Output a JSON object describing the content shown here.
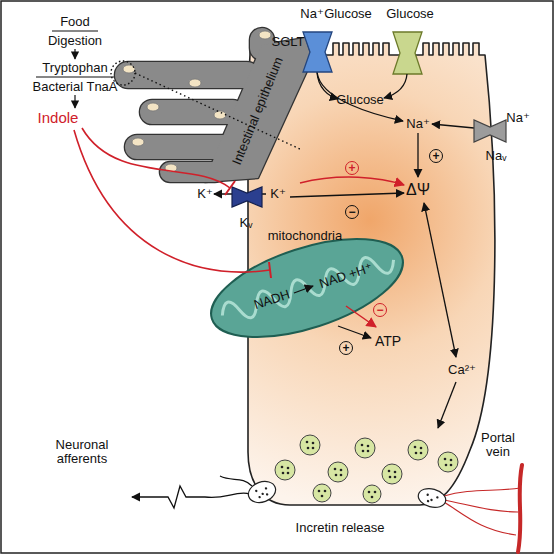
{
  "diagram": {
    "nodes": [
      {
        "text": [
          "SGLT"
        ]
      },
      {
        "text": [
          "Intestinal epithelium"
        ]
      },
      {
        "text": [
          "Naᵥ"
        ]
      },
      {
        "text": [
          "Kᵥ"
        ]
      },
      {
        "text": [
          "mitochondria",
          "NADH",
          "NAD +H⁺"
        ]
      }
    ],
    "labels": [
      "Food",
      "Digestion",
      "Tryptophan",
      "Bacterial TnaA",
      "Indole",
      "Na⁺",
      "Glucose",
      "Glucose",
      "Glucose",
      "Na⁺",
      "Na⁺",
      "K⁺",
      "K⁺",
      "ΔΨ",
      "Ca²⁺",
      "ATP",
      "+",
      "−",
      "+",
      "−",
      "+",
      "Neuronal afferents",
      "Incretin release",
      "Portal vein"
    ]
  }
}
